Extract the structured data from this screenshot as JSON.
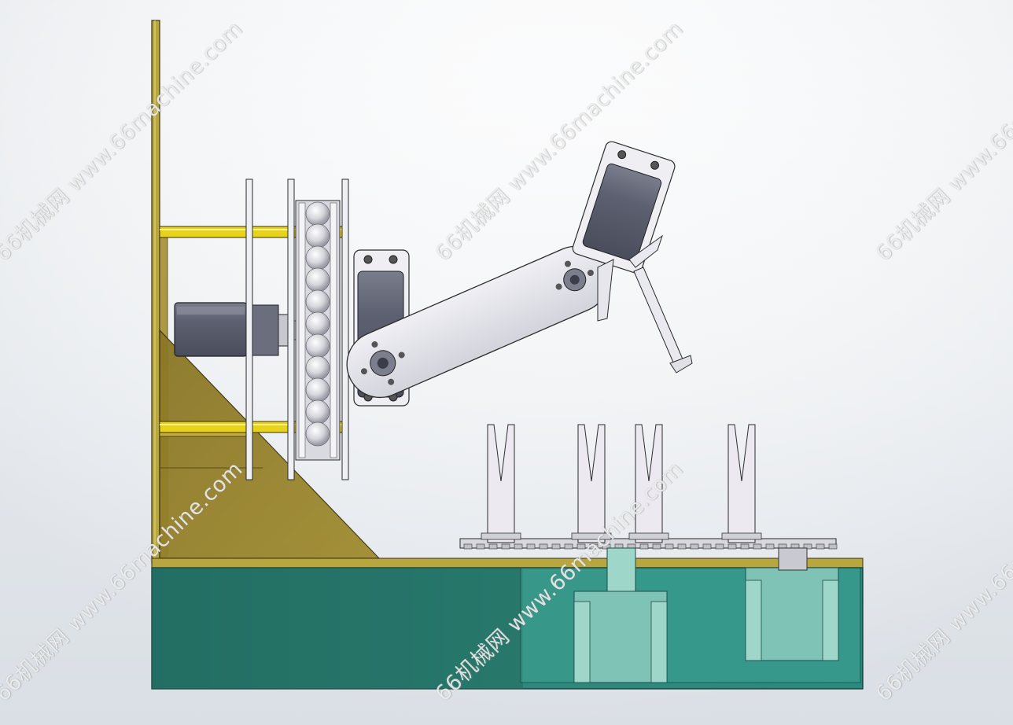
{
  "watermark": {
    "text": "66机械网 www.66machine.com"
  },
  "colors": {
    "background_top": "#ffffff",
    "background_bottom": "#e3e7ec",
    "frame_olive": "#8e7a28",
    "frame_olive_light": "#b6a23c",
    "rail_yellow": "#e8d21a",
    "base_teal": "#2a7f73",
    "base_teal_light": "#3fa596",
    "motor_slate": "#5d6070",
    "steel_light": "#e6e6ee",
    "steel_mid": "#c9c9d2",
    "outline": "#2b2b2b"
  },
  "parts": [
    "upright-post",
    "yellow-rail-upper",
    "yellow-rail-lower",
    "triangular-brace",
    "drive-motor",
    "chain-sprocket-assembly",
    "servo-motor",
    "swing-arm",
    "wrist-motor",
    "gripper-finger",
    "v-fixture",
    "conveyor-chain",
    "teal-base",
    "base-enclosure"
  ]
}
